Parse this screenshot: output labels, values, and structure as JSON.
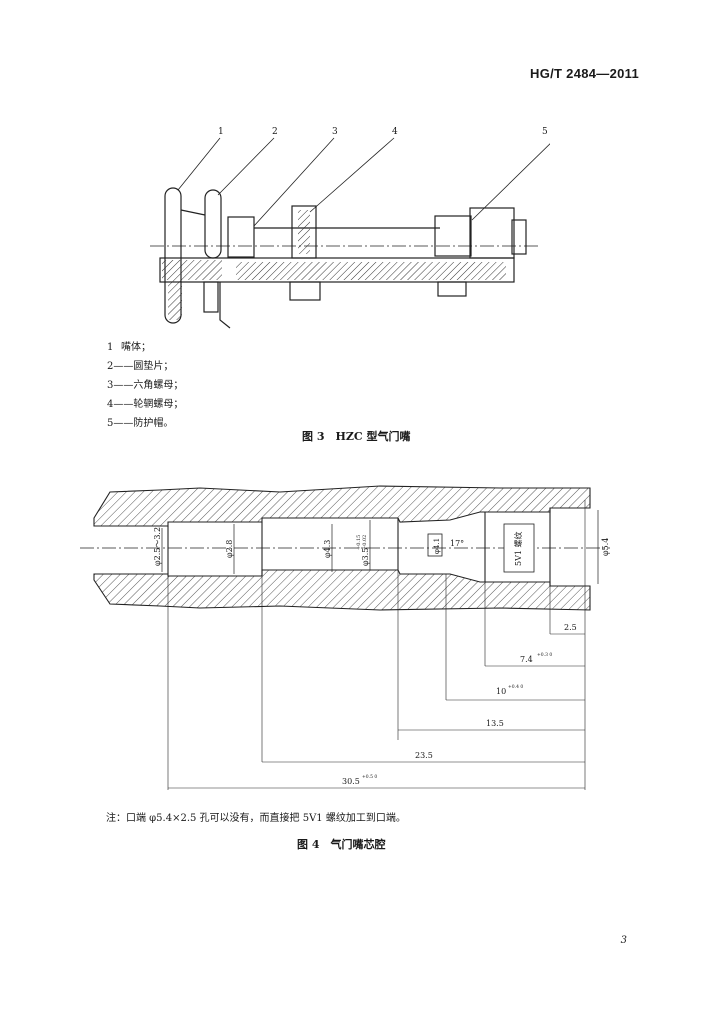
{
  "header": {
    "standard_code": "HG/T 2484—2011"
  },
  "figure3": {
    "callouts": [
      "1",
      "2",
      "3",
      "4",
      "5"
    ],
    "legend": [
      {
        "num": "1",
        "text": "嘴体；"
      },
      {
        "num": "2—",
        "text": "—圆垫片；"
      },
      {
        "num": "3—",
        "text": "—六角螺母；"
      },
      {
        "num": "4—",
        "text": "—轮辋螺母；"
      },
      {
        "num": "5—",
        "text": "—防护帽。"
      }
    ],
    "caption": "图 3　HZC 型气门嘴"
  },
  "figure4": {
    "labels": {
      "d_left": "φ2.5～3.2",
      "d_28": "φ2.8",
      "d_43": "φ4.3",
      "d_35": "φ3.5",
      "d_35_tol_upper": "+0.15",
      "d_35_tol_lower": "+0.02",
      "d_41": "φ4.1",
      "angle": "17°",
      "thread": "5V1 螺纹",
      "d_54": "φ5.4"
    },
    "dimensions": [
      {
        "value": "2.5",
        "tol": ""
      },
      {
        "value": "7.4",
        "tol": "+0.3 0"
      },
      {
        "value": "10",
        "tol": "+0.4 0"
      },
      {
        "value": "13.5",
        "tol": ""
      },
      {
        "value": "23.5",
        "tol": ""
      },
      {
        "value": "30.5",
        "tol": "+0.5 0"
      }
    ],
    "note": "注：口端 φ5.4×2.5 孔可以没有，而直接把 5V1 螺纹加工到口端。",
    "caption": "图 4　气门嘴芯腔"
  },
  "footer": {
    "page_number": "3"
  }
}
